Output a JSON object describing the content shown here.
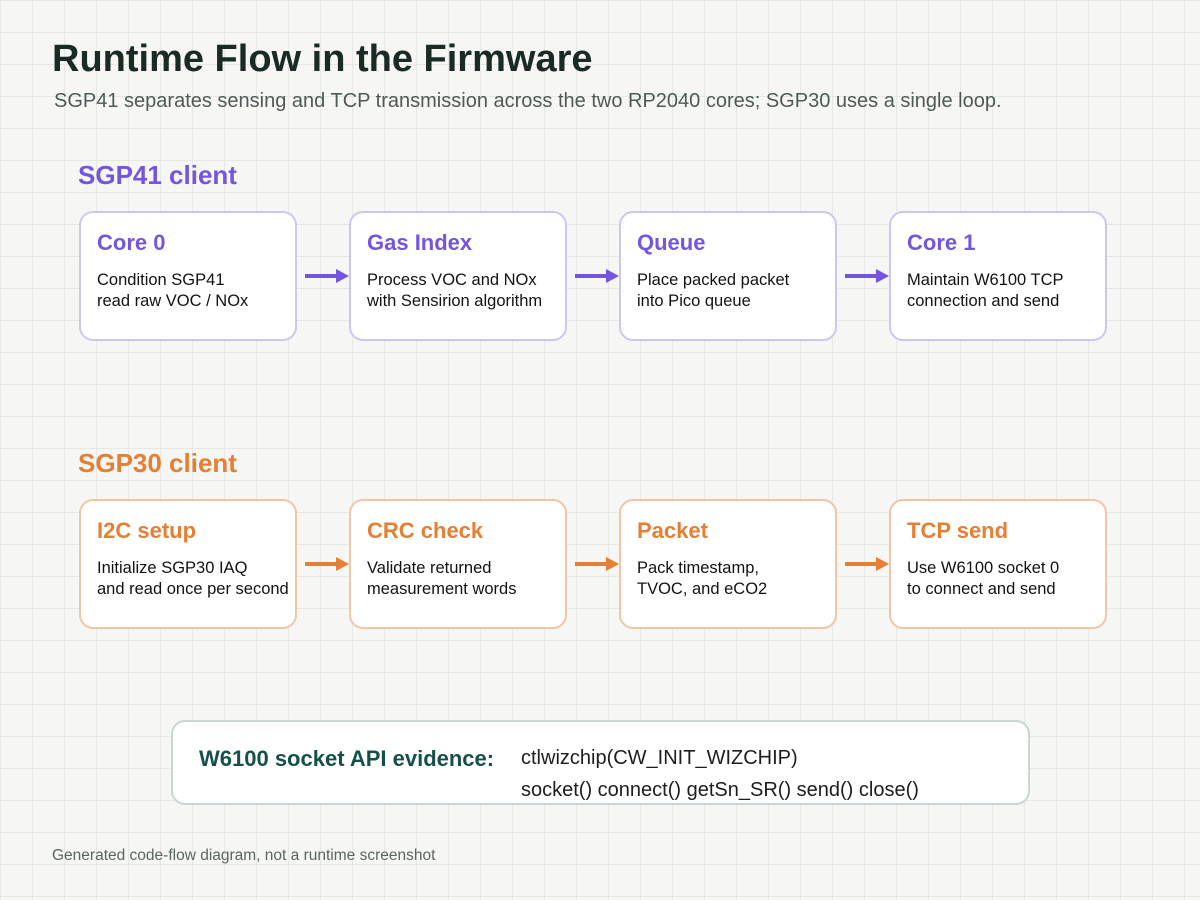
{
  "header": {
    "title": "Runtime Flow in the Firmware",
    "subtitle": "SGP41 separates sensing and TCP transmission across the two RP2040 cores; SGP30 uses a single loop."
  },
  "colors": {
    "sgp41_accent": "#7355e0",
    "sgp30_accent": "#e67e33",
    "api_accent": "#17504a"
  },
  "sgp41": {
    "title": "SGP41 client",
    "steps": [
      {
        "title": "Core 0",
        "lines": [
          "Condition SGP41",
          "read raw VOC / NOx"
        ]
      },
      {
        "title": "Gas Index",
        "lines": [
          "Process VOC and NOx",
          "with Sensirion algorithm"
        ]
      },
      {
        "title": "Queue",
        "lines": [
          "Place packed packet",
          "into Pico queue"
        ]
      },
      {
        "title": "Core 1",
        "lines": [
          "Maintain W6100 TCP",
          "connection and send"
        ]
      }
    ]
  },
  "sgp30": {
    "title": "SGP30 client",
    "steps": [
      {
        "title": "I2C setup",
        "lines": [
          "Initialize SGP30 IAQ",
          "and read once per second"
        ]
      },
      {
        "title": "CRC check",
        "lines": [
          "Validate returned",
          "measurement words"
        ]
      },
      {
        "title": "Packet",
        "lines": [
          "Pack timestamp,",
          "TVOC, and eCO2"
        ]
      },
      {
        "title": "TCP send",
        "lines": [
          "Use W6100 socket 0",
          "to connect and send"
        ]
      }
    ]
  },
  "api": {
    "label": "W6100 socket API evidence:",
    "line1": "ctlwizchip(CW_INIT_WIZCHIP)",
    "line2": "socket()  connect()  getSn_SR()  send()  close()"
  },
  "footer": "Generated code-flow diagram, not a runtime screenshot"
}
